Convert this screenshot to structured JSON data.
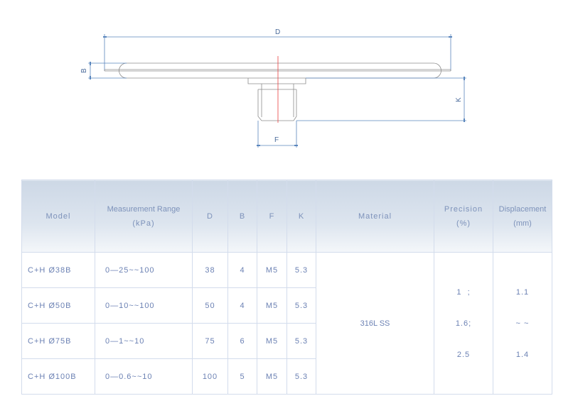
{
  "diagram": {
    "labels": {
      "D": "D",
      "B": "B",
      "F": "F",
      "K": "K"
    },
    "colors": {
      "dimension": "#4a7ab5",
      "outline": "#8a8a8a",
      "centerline": "#e83030"
    }
  },
  "table": {
    "headers": {
      "model": "Model",
      "range_line1": "Measurement Range",
      "range_line2": "(kPa)",
      "d": "D",
      "b": "B",
      "f": "F",
      "k": "K",
      "material": "Material",
      "precision_line1": "Precision",
      "precision_line2": "(%)",
      "displacement_line1": "Displacement",
      "displacement_line2": "(mm)"
    },
    "rows": [
      {
        "model": "C+H Ø38B",
        "range": "0—25~~100",
        "d": "38",
        "b": "4",
        "f": "M5",
        "k": "5.3"
      },
      {
        "model": "C+H Ø50B",
        "range": "0—10~~100",
        "d": "50",
        "b": "4",
        "f": "M5",
        "k": "5.3"
      },
      {
        "model": "C+H Ø75B",
        "range": "0—1~~10",
        "d": "75",
        "b": "6",
        "f": "M5",
        "k": "5.3"
      },
      {
        "model": "C+H Ø100B",
        "range": "0—0.6~~10",
        "d": "100",
        "b": "5",
        "f": "M5",
        "k": "5.3"
      }
    ],
    "material": "316L SS",
    "precision": [
      "1  ;",
      "1.6;",
      "2.5"
    ],
    "displacement": [
      "1.1",
      "~ ~",
      "1.4"
    ],
    "colors": {
      "text": "#6c82b4",
      "border": "#d3dcec",
      "header_top": "#cdd8e6",
      "header_bottom": "#f4f7fa"
    }
  }
}
